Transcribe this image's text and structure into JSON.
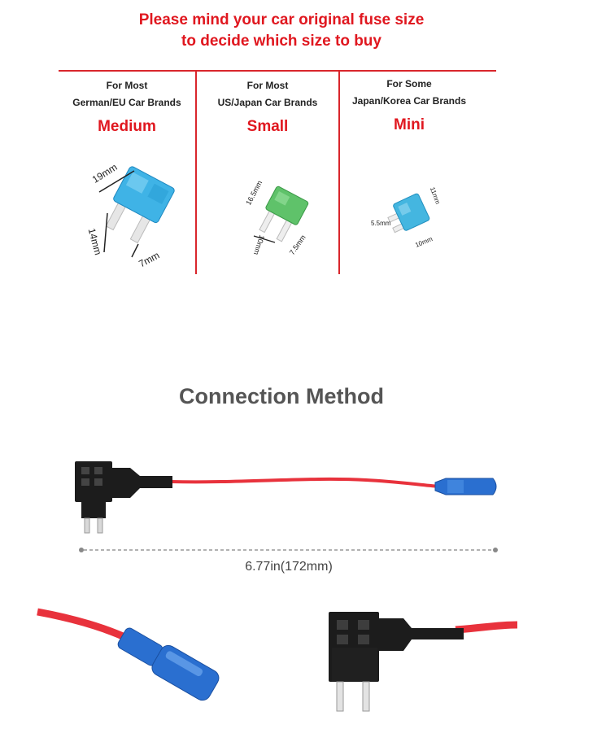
{
  "headline": {
    "line1": "Please mind your car original fuse size",
    "line2": "to decide which size to buy"
  },
  "columns": [
    {
      "line1": "For Most",
      "line2": "German/EU Car Brands",
      "size": "Medium",
      "fuse_color": "#3fb3e6",
      "dims": [
        "19mm",
        "14mm",
        "7mm"
      ]
    },
    {
      "line1": "For Most",
      "line2": "US/Japan Car Brands",
      "size": "Small",
      "fuse_color": "#5fc26a",
      "dims": [
        "16.5mm",
        "10mm",
        "7.5mm"
      ]
    },
    {
      "line1": "For Some",
      "line2": "Japan/Korea Car Brands",
      "size": "Mini",
      "fuse_color": "#44b6e0",
      "dims": [
        "11mm",
        "5.5mm",
        "10mm"
      ]
    }
  ],
  "connection": {
    "title": "Connection Method",
    "length_label": "6.77in(172mm)"
  },
  "colors": {
    "accent_red": "#e0171f",
    "wire_red": "#e8323c",
    "connector_blue": "#2a6fd0",
    "holder_black": "#1c1c1c"
  }
}
